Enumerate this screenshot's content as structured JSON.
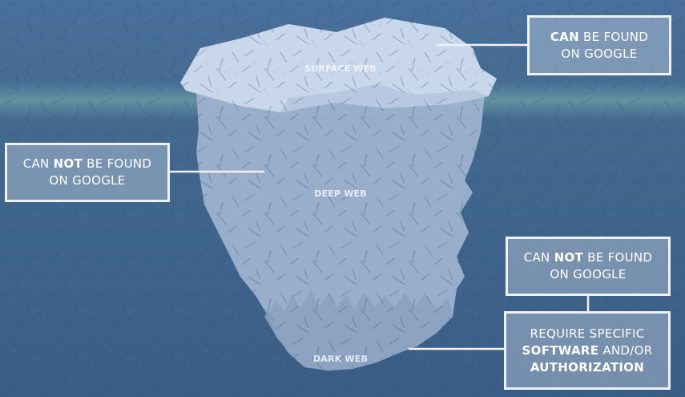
{
  "layers": {
    "surface": "SURFACE WEB",
    "deep": "DEEP WEB",
    "dark": "DARK WEB"
  },
  "callouts": {
    "surface": {
      "line1_bold": "CAN",
      "line1_rest": " BE FOUND",
      "line2": "ON GOOGLE"
    },
    "deep": {
      "line1_pre": "CAN ",
      "line1_bold": "NOT",
      "line1_rest": " BE FOUND",
      "line2": "ON GOOGLE"
    },
    "dark_top": {
      "line1_pre": "CAN ",
      "line1_bold": "NOT",
      "line1_rest": " BE FOUND",
      "line2": "ON GOOGLE"
    },
    "dark_bottom": {
      "line1": "REQUIRE SPECIFIC",
      "line2_bold": "SOFTWARE",
      "line2_rest": " AND/OR",
      "line3_bold": "AUTHORIZATION"
    }
  },
  "colors": {
    "sea": "#3f6390",
    "iceberg_top": "#c6d6ea",
    "iceberg_underwater": "#9fb4d0",
    "waterline": "#7fb0a8"
  }
}
